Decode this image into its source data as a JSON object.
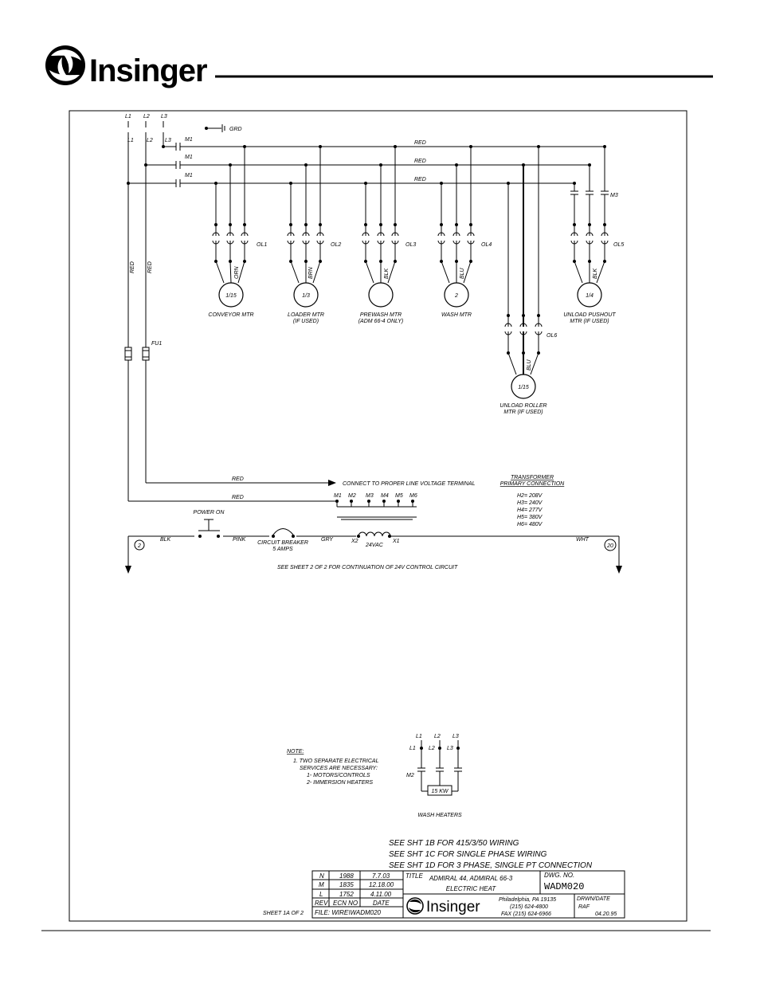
{
  "header": {
    "brand": "Insinger"
  },
  "lines": {
    "l1": "L1",
    "l2": "L2",
    "l3": "L3",
    "m1": "M1",
    "grd": "GRD",
    "red": "RED",
    "fu1": "FU1"
  },
  "motors": [
    {
      "rating": "1/15",
      "ol": "OL1",
      "color": "ORN",
      "name": "CONVEYOR MTR",
      "sub": ""
    },
    {
      "rating": "1/3",
      "ol": "OL2",
      "color": "BRN",
      "name": "LOADER MTR",
      "sub": "(IF USED)"
    },
    {
      "rating": "",
      "ol": "OL3",
      "color": "BLK",
      "name": "PREWASH MTR",
      "sub": "(ADM 66-4 ONLY)"
    },
    {
      "rating": "2",
      "ol": "OL4",
      "color": "BLU",
      "name": "WASH MTR",
      "sub": ""
    },
    {
      "rating": "1/4",
      "ol": "OL5",
      "color": "BLK",
      "name": "UNLOAD PUSHOUT",
      "sub": "MTR (IF USED)"
    }
  ],
  "m3": "M3",
  "roller": {
    "rating": "1/15",
    "ol": "OL6",
    "color": "BLU",
    "name": "UNLOAD ROLLER",
    "sub": "MTR (IF USED)"
  },
  "control": {
    "connect": "CONNECT TO PROPER LINE VOLTAGE TERMINAL",
    "taps": [
      "M1",
      "M2",
      "M3",
      "M4",
      "M5",
      "M6"
    ],
    "transformer_title": "TRANSFORMER",
    "transformer_sub": "PRIMARY CONNECTION",
    "transformer_taps": [
      "H2= 208V",
      "H3= 240V",
      "H4= 277V",
      "H5= 380V",
      "H6= 480V"
    ],
    "power_on": "POWER ON",
    "blk": "BLK",
    "pink": "PINK",
    "breaker": "CIRCUIT BREAKER",
    "breaker_amps": "5 AMPS",
    "gry": "GRY",
    "x2": "X2",
    "vac": "24VAC",
    "x1": "X1",
    "wht": "WHT",
    "node_left": "2",
    "node_right": "20",
    "continuation": "SEE SHEET 2 OF 2 FOR CONTINUATION OF 24V CONTROL CIRCUIT"
  },
  "note": {
    "title": "NOTE:",
    "lines": [
      "1. TWO SEPARATE ELECTRICAL",
      "SERVICES ARE NECESSARY:",
      "1- MOTORS/CONTROLS",
      "2- IMMERSION HEATERS"
    ]
  },
  "heaters": {
    "l1": "L1",
    "l2": "L2",
    "l3": "L3",
    "m2": "M2",
    "kw": "15 KW",
    "label": "WASH HEATERS"
  },
  "see_notes": [
    "SEE SHT 1B FOR 415/3/50 WIRING",
    "SEE SHT 1C FOR SINGLE PHASE WIRING",
    "SEE SHT 1D FOR 3 PHASE, SINGLE PT CONNECTION"
  ],
  "titleblock": {
    "revisions": [
      {
        "rev": "N",
        "ecn": "1988",
        "date": "7.7.03"
      },
      {
        "rev": "M",
        "ecn": "1835",
        "date": "12.18.00"
      },
      {
        "rev": "L",
        "ecn": "1752",
        "date": "4.11.00"
      }
    ],
    "hdr_rev": "REV",
    "hdr_ecn": "ECN NO",
    "hdr_date": "DATE",
    "file": "FILE: WIRE\\WADM020",
    "title_label": "TITLE",
    "title1": "ADMIRAL 44, ADMIRAL 66-3",
    "title2": "ELECTRIC HEAT",
    "dwg_label": "DWG. NO.",
    "dwg_no": "WADM020",
    "company": "Insinger",
    "addr1": "Philadelphia, PA 19135",
    "addr2": "(215) 624-4800",
    "addr3": "FAX (215) 624-6966",
    "drawn_label": "DRWN/DATE",
    "drawn_by": "RAF",
    "drawn_date": "04.20.95",
    "sheet": "SHEET 1A OF 2"
  }
}
